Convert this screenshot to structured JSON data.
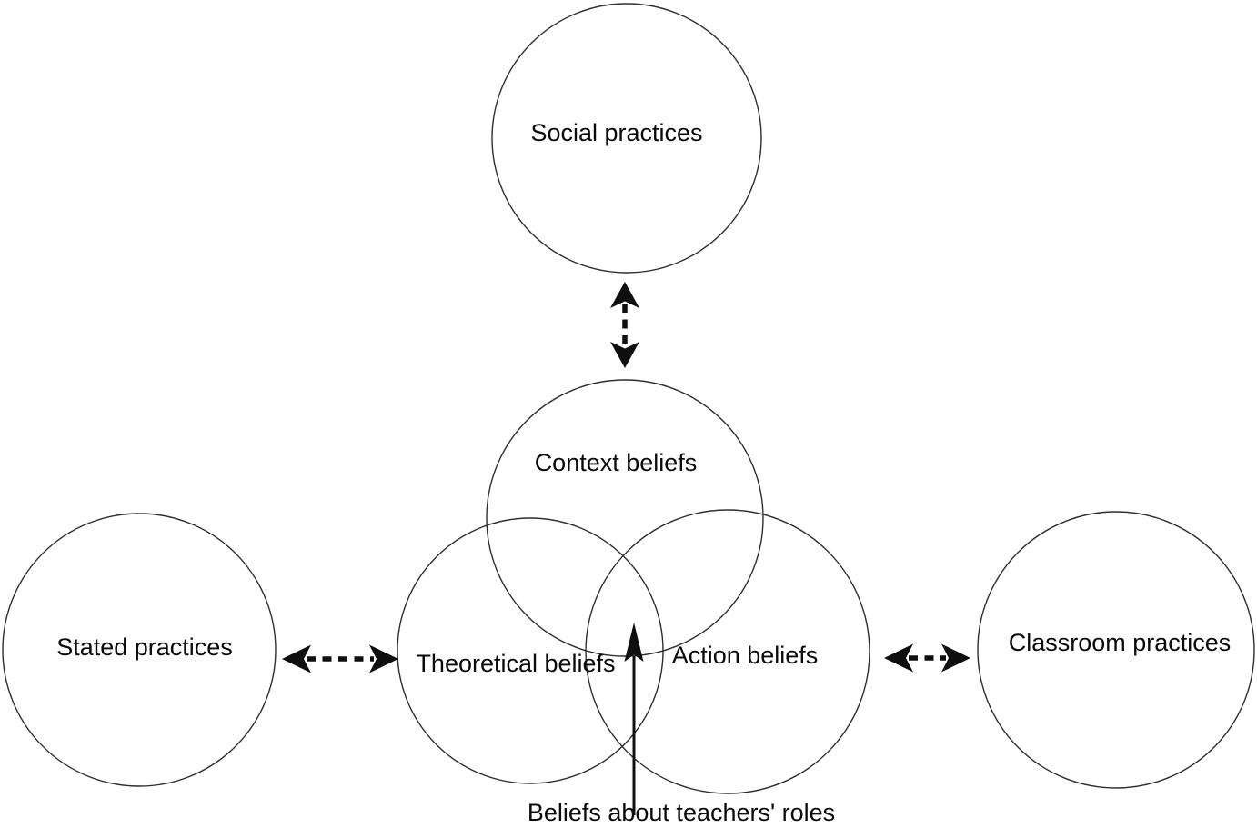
{
  "diagram": {
    "type": "venn-relationship-diagram",
    "nodes": {
      "social": {
        "label": "Social practices"
      },
      "context": {
        "label": "Context beliefs"
      },
      "theoretical": {
        "label": "Theoretical beliefs"
      },
      "action": {
        "label": "Action beliefs"
      },
      "stated": {
        "label": "Stated practices"
      },
      "classroom": {
        "label": "Classroom practices"
      }
    },
    "annotation": {
      "label": "Beliefs about teachers' roles",
      "points_to": "intersection of Context beliefs, Theoretical beliefs and Action beliefs"
    },
    "connectors": [
      {
        "from": "Social practices",
        "to": "Context beliefs",
        "style": "dashed-double-arrow",
        "direction": "vertical"
      },
      {
        "from": "Stated practices",
        "to": "Theoretical beliefs",
        "style": "dashed-double-arrow",
        "direction": "horizontal"
      },
      {
        "from": "Action beliefs",
        "to": "Classroom practices",
        "style": "dashed-double-arrow",
        "direction": "horizontal"
      },
      {
        "from": "Beliefs about teachers' roles",
        "to": "triple-intersection",
        "style": "solid-single-arrow",
        "direction": "vertical"
      }
    ],
    "colors": {
      "background": "#ffffff",
      "stroke": "#2e2e2e",
      "arrow": "#0f0f0f",
      "text": "#0a0a0a"
    }
  }
}
